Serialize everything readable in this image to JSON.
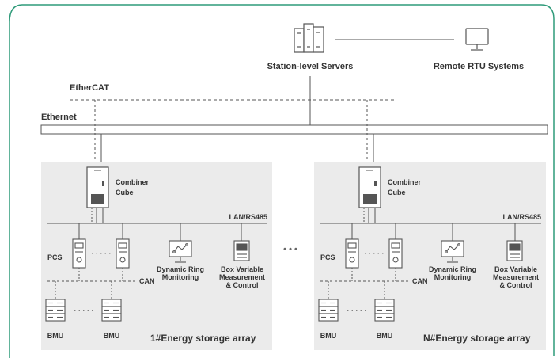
{
  "colors": {
    "frame_border": "#2f9b7a",
    "panel_fill": "#ebebeb",
    "line": "#555555",
    "icon_stroke": "#555555",
    "icon_fill": "#ffffff",
    "text": "#333333"
  },
  "top": {
    "servers_label": "Station-level Servers",
    "remote_label": "Remote RTU Systems"
  },
  "buses": {
    "ethercat_label": "EtherCAT",
    "ethernet_label": "Ethernet"
  },
  "ellipsis": "• • •",
  "arrays": [
    {
      "combiner_label_line1": "Combiner",
      "combiner_label_line2": "Cube",
      "lan_label": "LAN/RS485",
      "pcs_label": "PCS",
      "can_label": "CAN",
      "ring_line1": "Dynamic Ring",
      "ring_line2": "Monitoring",
      "box_line1": "Box Variable",
      "box_line2": "Measurement",
      "box_line3": "& Control",
      "bmu_left_label": "BMU",
      "bmu_right_label": "BMU",
      "array_title": "1#Energy storage array"
    },
    {
      "combiner_label_line1": "Combiner",
      "combiner_label_line2": "Cube",
      "lan_label": "LAN/RS485",
      "pcs_label": "PCS",
      "can_label": "CAN",
      "ring_line1": "Dynamic Ring",
      "ring_line2": "Monitoring",
      "box_line1": "Box Variable",
      "box_line2": "Measurement",
      "box_line3": "& Control",
      "bmu_left_label": "BMU",
      "bmu_right_label": "BMU",
      "array_title": "N#Energy storage array"
    }
  ]
}
